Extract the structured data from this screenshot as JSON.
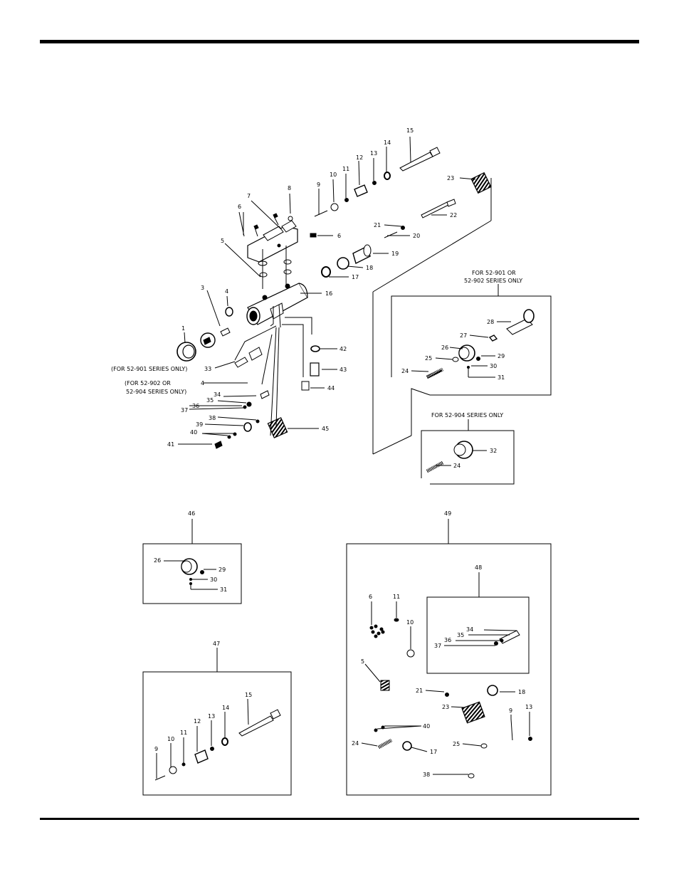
{
  "labels": {
    "n1": "1",
    "n3": "3",
    "n4": "4",
    "n4b": "4",
    "n5": "5",
    "n6": "6",
    "n6b": "6",
    "n7": "7",
    "n8": "8",
    "n9": "9",
    "n10": "10",
    "n11": "11",
    "n12": "12",
    "n13": "13",
    "n14": "14",
    "n15": "15",
    "n16": "16",
    "n17": "17",
    "n18": "18",
    "n19": "19",
    "n20": "20",
    "n21": "21",
    "n22": "22",
    "n23": "23",
    "n33": "33",
    "n34": "34",
    "n35": "35",
    "n36": "36",
    "n37": "37",
    "n38": "38",
    "n39": "39",
    "n40": "40",
    "n41": "41",
    "n42": "42",
    "n43": "43",
    "n44": "44",
    "n45": "45",
    "note901": "(FOR 52-901 SERIES ONLY)",
    "note902a": "(FOR 52-902 OR",
    "note902b": "52-904 SERIES ONLY)"
  },
  "inset_a": {
    "title1": "FOR 52-901 OR",
    "title2": "52-902 SERIES ONLY",
    "n24": "24",
    "n25": "25",
    "n26": "26",
    "n27": "27",
    "n28": "28",
    "n29": "29",
    "n30": "30",
    "n31": "31"
  },
  "inset_b": {
    "title": "FOR 52-904 SERIES ONLY",
    "n24": "24",
    "n32": "32"
  },
  "kit46": {
    "title": "46",
    "n26": "26",
    "n29": "29",
    "n30": "30",
    "n31": "31"
  },
  "kit47": {
    "title": "47",
    "n9": "9",
    "n10": "10",
    "n11": "11",
    "n12": "12",
    "n13": "13",
    "n14": "14",
    "n15": "15"
  },
  "kit49": {
    "title": "49",
    "n5": "5",
    "n6": "6",
    "n9": "9",
    "n10": "10",
    "n11": "11",
    "n13": "13",
    "n17": "17",
    "n18": "18",
    "n21": "21",
    "n23": "23",
    "n24": "24",
    "n25": "25",
    "n38": "38",
    "n40": "40"
  },
  "kit48": {
    "title": "48",
    "n34": "34",
    "n35": "35",
    "n36": "36",
    "n37": "37"
  }
}
